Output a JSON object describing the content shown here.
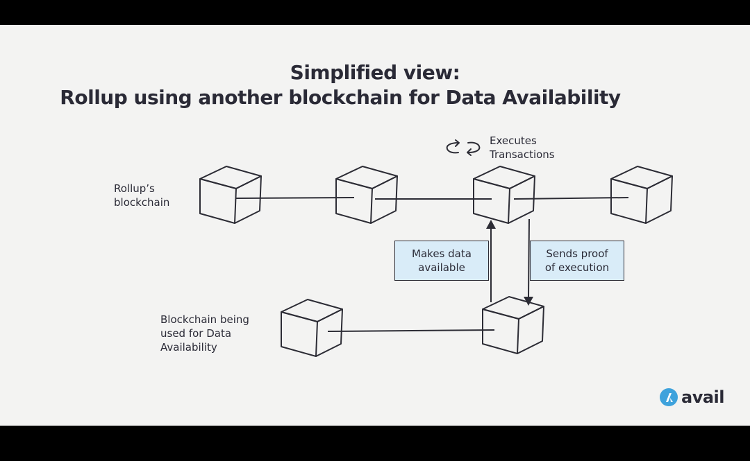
{
  "title": {
    "line1": "Simplified view:",
    "line2": "Rollup using another blockchain for Data Availability"
  },
  "labels": {
    "rollup_chain_line1": "Rollup’s",
    "rollup_chain_line2": "blockchain",
    "da_chain_line1": "Blockchain being",
    "da_chain_line2": "used for Data",
    "da_chain_line3": "Availability",
    "executes_line1": "Executes",
    "executes_line2": "Transactions"
  },
  "boxes": {
    "makes_data_line1": "Makes data",
    "makes_data_line2": "available",
    "sends_proof_line1": "Sends proof",
    "sends_proof_line2": "of execution"
  },
  "logo": {
    "text": "avail",
    "color": "#3ea2dc"
  }
}
